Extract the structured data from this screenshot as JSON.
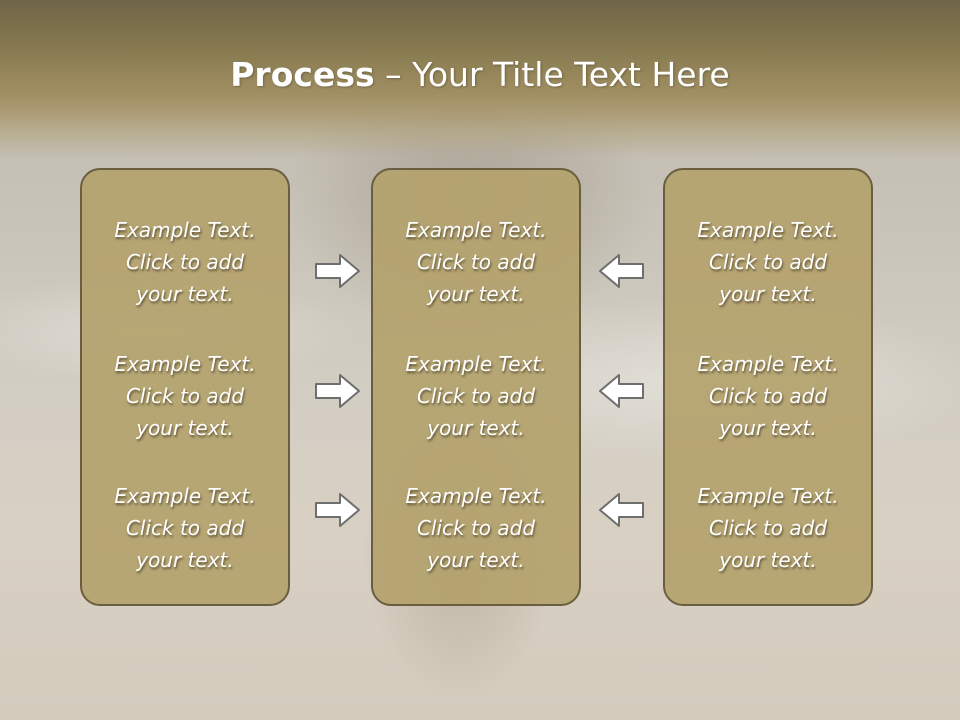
{
  "slide": {
    "title_bold": "Process",
    "title_rest": " – Your Title Text Here"
  },
  "columns": [
    {
      "items": [
        "Example Text.\nClick  to add\nyour text.",
        "Example Text.\nClick  to add\nyour text.",
        "Example Text.\nClick  to add\nyour text."
      ]
    },
    {
      "items": [
        "Example Text.\nClick  to add\nyour text.",
        "Example Text.\nClick  to add\nyour text.",
        "Example Text.\nClick  to add\nyour text."
      ]
    },
    {
      "items": [
        "Example Text.\nClick  to add\nyour text.",
        "Example Text.\nClick  to add\nyour text.",
        "Example Text.\nClick  to add\nyour text."
      ]
    }
  ],
  "arrows": {
    "left_group": [
      "right-arrow-icon",
      "right-arrow-icon",
      "right-arrow-icon"
    ],
    "right_group": [
      "left-arrow-icon",
      "left-arrow-icon",
      "left-arrow-icon"
    ]
  },
  "colors": {
    "header": "#8a7c53",
    "box_fill": "#b4a26e",
    "box_border": "#6b5e40",
    "text": "#ffffff"
  }
}
